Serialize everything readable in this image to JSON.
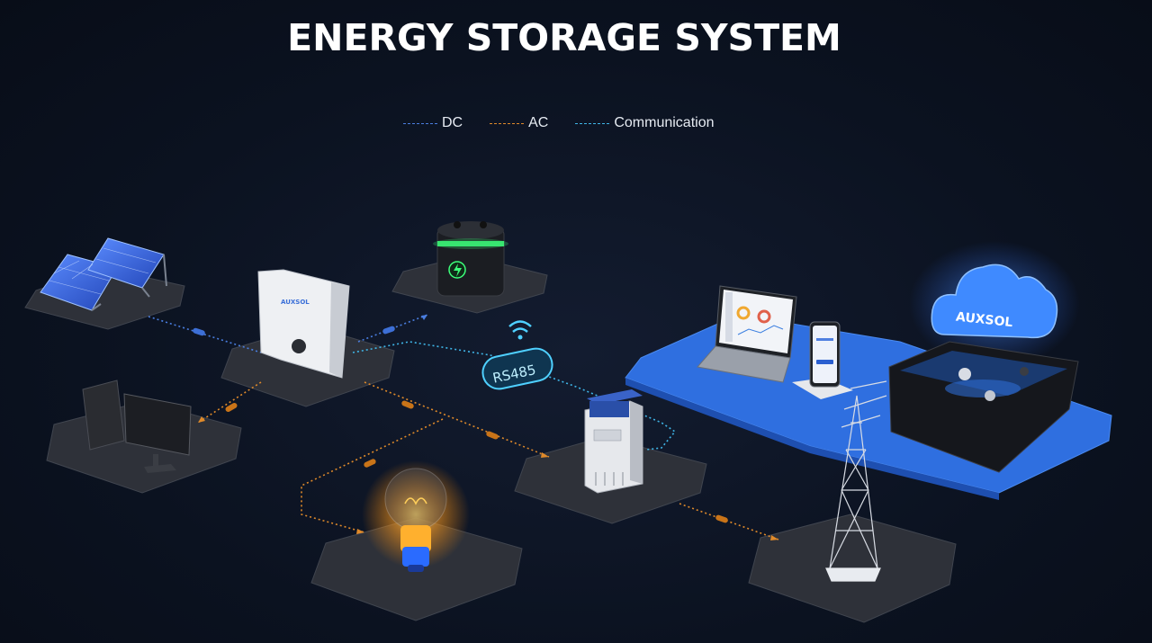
{
  "title": "ENERGY STORAGE SYSTEM",
  "legend": [
    {
      "label": "DC",
      "color": "#4a7ee0"
    },
    {
      "label": "AC",
      "color": "#e08a2a"
    },
    {
      "label": "Communication",
      "color": "#3fb6e8"
    }
  ],
  "labels": {
    "inverter_brand": "AUXSOL",
    "cloud_brand": "AUXSOL",
    "rs485": "RS485"
  },
  "colors": {
    "background": "#0b1220",
    "platform": "#2f333b",
    "monitor_platform": "#2f6fe0",
    "dc": "#4a7ee0",
    "ac": "#e08a2a",
    "comm": "#3fb6e8"
  },
  "icons": [
    "solar-panel-icon",
    "inverter-icon",
    "battery-icon",
    "backup-load-icon",
    "light-bulb-icon",
    "meter-icon",
    "laptop-icon",
    "phone-icon",
    "cloud-icon",
    "transmission-tower-icon",
    "wifi-icon"
  ]
}
